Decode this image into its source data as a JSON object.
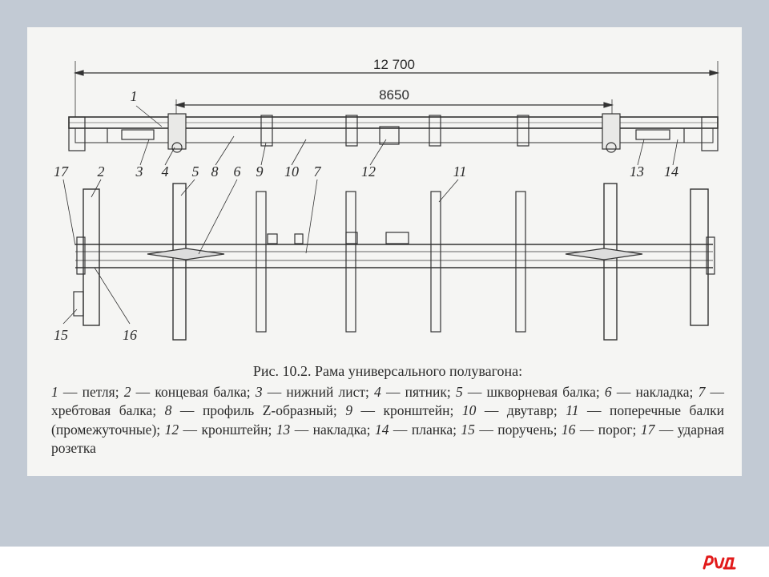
{
  "figure": {
    "dimensions": {
      "overall": "12 700",
      "pivot": "8650"
    },
    "callouts": [
      {
        "n": "1"
      },
      {
        "n": "3"
      },
      {
        "n": "4"
      },
      {
        "n": "8"
      },
      {
        "n": "9"
      },
      {
        "n": "10"
      },
      {
        "n": "12"
      },
      {
        "n": "13"
      },
      {
        "n": "14"
      },
      {
        "n": "17"
      },
      {
        "n": "2"
      },
      {
        "n": "5"
      },
      {
        "n": "6"
      },
      {
        "n": "7"
      },
      {
        "n": "11"
      },
      {
        "n": "15"
      },
      {
        "n": "16"
      }
    ],
    "caption_title": "Рис. 10.2. Рама универсального полувагона:",
    "legend": [
      {
        "num": "1",
        "text": "петля"
      },
      {
        "num": "2",
        "text": "концевая балка"
      },
      {
        "num": "3",
        "text": "нижний лист"
      },
      {
        "num": "4",
        "text": "пятник"
      },
      {
        "num": "5",
        "text": "шкворневая балка"
      },
      {
        "num": "6",
        "text": "накладка"
      },
      {
        "num": "7",
        "text": "хребтовая балка"
      },
      {
        "num": "8",
        "text": "профиль Z-образный"
      },
      {
        "num": "9",
        "text": "кронштейн"
      },
      {
        "num": "10",
        "text": "двутавр"
      },
      {
        "num": "11",
        "text": "поперечные балки (промежуточные)"
      },
      {
        "num": "12",
        "text": "кронштейн"
      },
      {
        "num": "13",
        "text": "накладка"
      },
      {
        "num": "14",
        "text": "планка"
      },
      {
        "num": "15",
        "text": "поручень"
      },
      {
        "num": "16",
        "text": "порог"
      },
      {
        "num": "17",
        "text": "ударная розетка"
      }
    ]
  },
  "logo": {
    "text": "РЖД",
    "color": "#e21a1a"
  },
  "colors": {
    "background": "#c2cad4",
    "panel": "#f5f5f3",
    "ink": "#2a2a2a"
  }
}
